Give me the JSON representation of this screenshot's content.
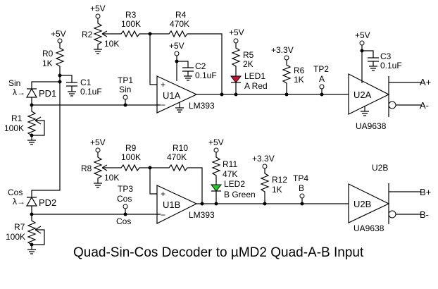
{
  "title": "Quad-Sin-Cos Decoder to µMD2 Quad-A-B Input",
  "colors": {
    "led_red": "#cc1133",
    "led_green": "#22cc22",
    "wire": "#000000"
  },
  "rails": {
    "v5": "+5V",
    "v33": "+3.3V"
  },
  "channel_a": {
    "signal": "Sin",
    "photodiode": "PD1",
    "lambda": "λ→",
    "r0": {
      "ref": "R0",
      "value": "1K"
    },
    "r1": {
      "ref": "R1",
      "value": "100K"
    },
    "c1": {
      "ref": "C1",
      "value": "0.1uF"
    },
    "r2": {
      "ref": "R2",
      "value": "10K"
    },
    "r3": {
      "ref": "R3",
      "value": "100K"
    },
    "r4": {
      "ref": "R4",
      "value": "470K"
    },
    "c2": {
      "ref": "C2",
      "value": "0.1uF"
    },
    "tp1": {
      "ref": "TP1",
      "label": "Sin"
    },
    "comparator": {
      "ref": "U1A",
      "part": "LM393",
      "plus": "+",
      "minus": "−"
    },
    "r5": {
      "ref": "R5",
      "value": "2K"
    },
    "led": {
      "ref": "LED1",
      "label": "A Red"
    },
    "r6": {
      "ref": "R6",
      "value": "1K"
    },
    "tp2": {
      "ref": "TP2",
      "label": "A"
    },
    "driver": {
      "ref": "U2A",
      "part": "UA9638"
    },
    "c3": {
      "ref": "C3",
      "value": "0.1uF"
    },
    "out_pos": "A+",
    "out_neg": "A-"
  },
  "channel_b": {
    "signal": "Cos",
    "photodiode": "PD2",
    "lambda": "λ→",
    "r7": {
      "ref": "R7",
      "value": "100K"
    },
    "r8": {
      "ref": "R8",
      "value": "10K"
    },
    "r9": {
      "ref": "R9",
      "value": "100K"
    },
    "r10": {
      "ref": "R10",
      "value": "470K"
    },
    "tp3": {
      "ref": "TP3",
      "label": "Cos"
    },
    "net_label": "Cos",
    "comparator": {
      "ref": "U1B",
      "part": "LM393",
      "plus": "+",
      "minus": "−"
    },
    "r11": {
      "ref": "R11",
      "value": "47K"
    },
    "led": {
      "ref": "LED2",
      "label": "B Green"
    },
    "r12": {
      "ref": "R12",
      "value": "1K"
    },
    "tp4": {
      "ref": "TP4",
      "label": "B"
    },
    "driver": {
      "ref": "U2B",
      "part": "UA9638",
      "header": "U2B"
    },
    "out_pos": "B+",
    "out_neg": "B-"
  }
}
